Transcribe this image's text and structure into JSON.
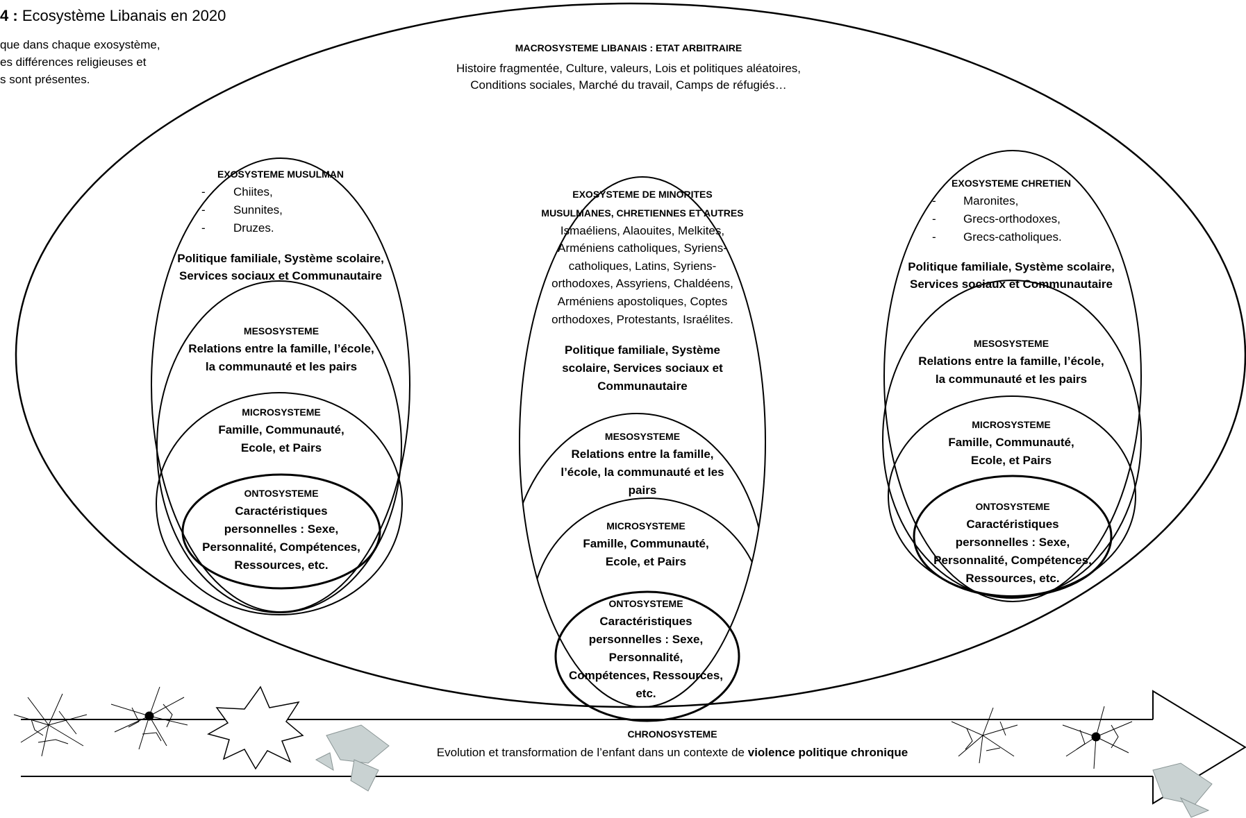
{
  "figure": {
    "title_prefix": "4 :",
    "title_text": "Ecosystème Libanais en 2020",
    "note_lines": [
      "que dans chaque exosystème,",
      "es différences religieuses et",
      "s sont présentes."
    ]
  },
  "macro": {
    "title": "Macrosysteme libanais : Etat arbitraire",
    "lines": [
      "Histoire fragmentée, Culture, valeurs, Lois et politiques aléatoires,",
      "Conditions sociales, Marché du travail, Camps de réfugiés…"
    ]
  },
  "exo_left": {
    "title": "Exosysteme Musulman",
    "items": [
      "Chiites,",
      "Sunnites,",
      "Druzes."
    ],
    "policy": [
      "Politique familiale, Système scolaire,",
      "Services sociaux et Communautaire"
    ]
  },
  "exo_center": {
    "title": [
      "Exosysteme de minorites",
      "musulmanes, chretiennes et autres"
    ],
    "lines": [
      "Ismaéliens, Alaouites, Melkites,",
      "Arméniens catholiques, Syriens-",
      "catholiques, Latins, Syriens-",
      "orthodoxes, Assyriens, Chaldéens,",
      "Arméniens apostoliques, Coptes",
      "orthodoxes, Protestants, Israélites."
    ],
    "policy": [
      "Politique familiale, Système",
      "scolaire, Services sociaux et",
      "Communautaire"
    ]
  },
  "exo_right": {
    "title": "Exosysteme Chretien",
    "items": [
      "Maronites,",
      "Grecs-orthodoxes,",
      "Grecs-catholiques."
    ],
    "policy": [
      "Politique familiale, Système scolaire,",
      "Services sociaux et Communautaire"
    ]
  },
  "meso": {
    "title": "Mesosysteme",
    "lines": [
      "Relations entre la famille, l’école,",
      "la communauté et les pairs"
    ],
    "lines_center": [
      "Relations entre la famille,",
      "l’école, la communauté et les",
      "pairs"
    ]
  },
  "micro": {
    "title": "Microsysteme",
    "lines": [
      "Famille, Communauté,",
      "Ecole, et Pairs"
    ]
  },
  "onto": {
    "title": "ontosysteme",
    "lines": [
      "Caractéristiques",
      "personnelles : Sexe,",
      "Personnalité, Compétences,",
      "Ressources, etc."
    ],
    "lines_center": [
      "Caractéristiques",
      "personnelles : Sexe,",
      "Personnalité,",
      "Compétences, Ressources,",
      "etc."
    ]
  },
  "chrono": {
    "title": "Chronosysteme",
    "text": "Evolution et transformation de l’enfant dans un contexte de ",
    "emphasis": "violence politique chronique"
  },
  "colors": {
    "stroke": "#000000",
    "background": "#ffffff",
    "debris": "#b9c4c4"
  }
}
